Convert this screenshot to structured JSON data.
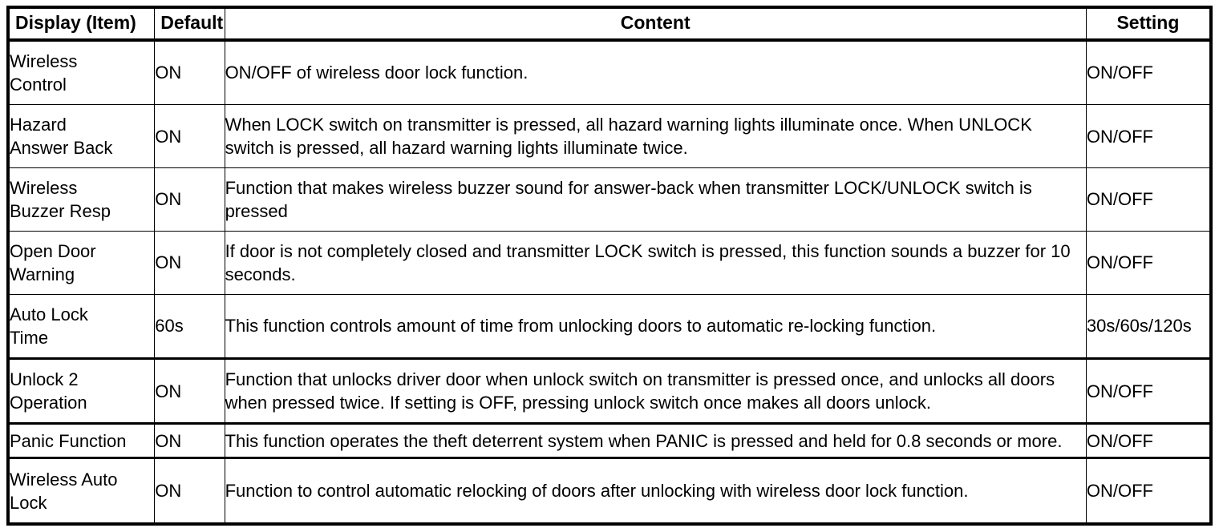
{
  "table": {
    "headers": {
      "item": "Display (Item)",
      "default": "Default",
      "content": "Content",
      "setting": "Setting"
    },
    "rows": [
      {
        "item": "Wireless\nControl",
        "default": "ON",
        "content": "ON/OFF of wireless door lock function.",
        "setting": "ON/OFF"
      },
      {
        "item": "Hazard\nAnswer Back",
        "default": "ON",
        "content": "When LOCK switch on transmitter is pressed, all hazard warning lights illuminate once. When UNLOCK switch is pressed, all hazard warning lights illuminate twice.",
        "setting": "ON/OFF"
      },
      {
        "item": "Wireless\nBuzzer Resp",
        "default": "ON",
        "content": "Function that makes wireless buzzer sound for answer-back when transmitter LOCK/UNLOCK switch is pressed",
        "setting": "ON/OFF"
      },
      {
        "item": "Open Door\nWarning",
        "default": "ON",
        "content": "If door is not completely closed and transmitter LOCK switch is pressed, this function sounds a buzzer for 10 seconds.",
        "setting": "ON/OFF"
      },
      {
        "item": "Auto Lock\nTime",
        "default": "60s",
        "content": "This function controls amount of time from unlocking doors to automatic re-locking function.",
        "setting": "30s/60s/120s"
      },
      {
        "item": "Unlock 2\nOperation",
        "default": "ON",
        "content": "Function that unlocks driver door when unlock switch on transmitter is pressed once, and unlocks all doors when pressed twice. If setting is OFF, pressing unlock switch once makes all doors unlock.",
        "setting": "ON/OFF"
      },
      {
        "item": "Panic Function",
        "default": "ON",
        "content": "This function operates the theft deterrent system when PANIC is pressed and held for 0.8 seconds or more.",
        "setting": "ON/OFF"
      },
      {
        "item": "Wireless Auto\nLock",
        "default": "ON",
        "content": "Function to control automatic relocking of doors after unlocking with wireless door lock function.",
        "setting": "ON/OFF"
      }
    ]
  },
  "colors": {
    "border": "#000000",
    "text": "#000000",
    "background": "#ffffff"
  }
}
